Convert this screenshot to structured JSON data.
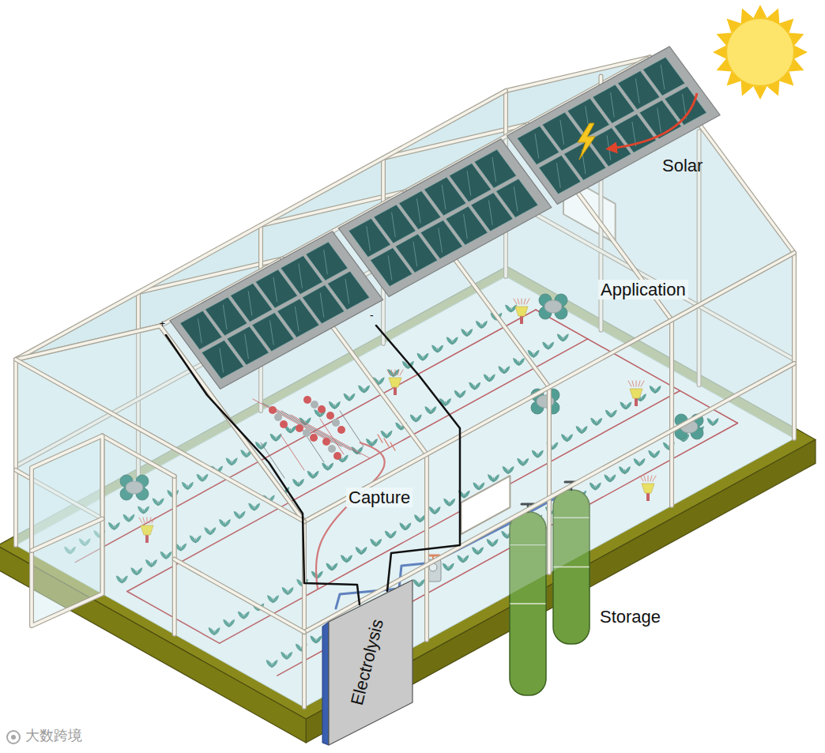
{
  "diagram": {
    "nodes": [
      {
        "text": [
          "Electrolysis"
        ]
      }
    ],
    "labels": [
      "Solar",
      "Application",
      "+",
      "-",
      "Capture",
      "Storage",
      "大数跨境"
    ]
  }
}
